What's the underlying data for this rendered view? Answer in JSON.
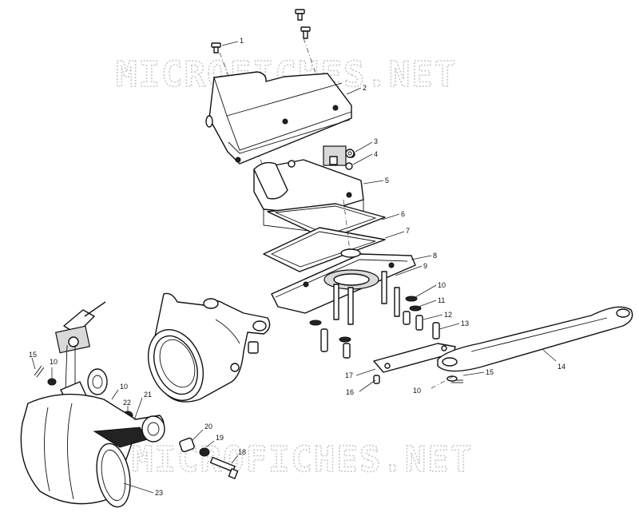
{
  "watermarks": [
    "MICROFICHES.NET",
    "MICROFICHES.NET"
  ],
  "callouts": {
    "c1": "1",
    "c2": "2",
    "c3": "3",
    "c4": "4",
    "c5": "5",
    "c6": "6",
    "c7": "7",
    "c8": "8",
    "c9": "9",
    "c10a": "10",
    "c11": "11",
    "c12": "12",
    "c13": "13",
    "c14": "14",
    "c15a": "15",
    "c10b": "10",
    "c16": "16",
    "c17": "17",
    "c15b": "15",
    "c10c": "10",
    "c10d": "10",
    "c21": "21",
    "c22": "22",
    "c20": "20",
    "c19": "19",
    "c18": "18",
    "c23": "23"
  }
}
